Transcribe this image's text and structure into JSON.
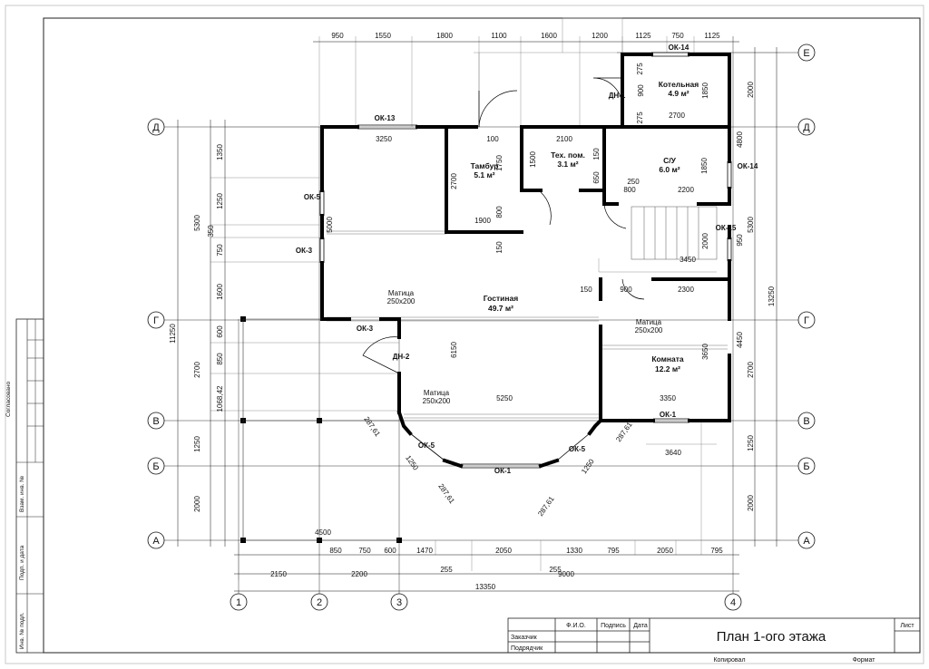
{
  "title": "План 1-ого этажа",
  "sheet_label": "Лист",
  "stamp": {
    "fio": "Ф.И.О.",
    "signature": "Подпись",
    "date": "Дата",
    "customer": "Заказчик",
    "contractor": "Подрядчик",
    "copied": "Копировал",
    "format": "Формат"
  },
  "side_stamp": {
    "agreed": "Согласовано",
    "inv_replace": "Взам. инв. №",
    "sign_date": "Подп. и дата",
    "inv_orig": "Инв. № подл."
  },
  "axes": {
    "letters": [
      "Е",
      "Д",
      "Г",
      "В",
      "Б",
      "А"
    ],
    "numbers": [
      "1",
      "2",
      "3",
      "4"
    ]
  },
  "rooms": [
    {
      "name": "Котельная",
      "area": "4.9 м²"
    },
    {
      "name": "Тех. пом.",
      "area": "3.1 м²"
    },
    {
      "name": "Тамбур",
      "area": "5.1 м²"
    },
    {
      "name": "С/У",
      "area": "6.0 м²"
    },
    {
      "name": "Гостиная",
      "area": "49.7 м²"
    },
    {
      "name": "Комната",
      "area": "12.2 м²"
    }
  ],
  "openings": [
    "ОК-14",
    "ОК-13",
    "ОК-14",
    "ОК-5",
    "ОК-3",
    "ОК-15",
    "ОК-3",
    "ОК-1",
    "ОК-5",
    "ОК-1",
    "ОК-5",
    "ДН-1",
    "ДН-2"
  ],
  "beams": [
    {
      "label": "Матица",
      "size": "250x200"
    },
    {
      "label": "Матица",
      "size": "250x200"
    },
    {
      "label": "Матица",
      "size": "250x200"
    }
  ],
  "dims": {
    "top": [
      "950",
      "1550",
      "1800",
      "1100",
      "1600",
      "1200",
      "1125",
      "750",
      "1125"
    ],
    "bottom_row1": [
      "850",
      "750",
      "600",
      "1470",
      "2050",
      "1330",
      "795",
      "2050",
      "795"
    ],
    "bottom_row2": [
      "2150",
      "2200",
      "9000"
    ],
    "bottom_row3": "13350",
    "bottom_small": [
      "255",
      "255"
    ],
    "left_inner": [
      "1350",
      "1250",
      "350",
      "750",
      "1600",
      "600",
      "850",
      "2700",
      "1068,42",
      "1250",
      "2000"
    ],
    "left_mid": "5300",
    "left_outer": "11250",
    "right_inner": [
      "2000",
      "4800",
      "5300",
      "950",
      "4450",
      "2700",
      "1250",
      "2000"
    ],
    "right_outer": "13250",
    "interior": [
      "3250",
      "100",
      "2100",
      "1750",
      "1500",
      "150",
      "650",
      "1850",
      "2700",
      "800",
      "250",
      "800",
      "2200",
      "1900",
      "150",
      "2000",
      "3450",
      "150",
      "900",
      "2300",
      "6150",
      "3650",
      "5250",
      "3350",
      "3640",
      "4500",
      "1850",
      "900",
      "2700",
      "5000",
      "275",
      "275",
      "287,61",
      "287,61",
      "287,61",
      "287,61",
      "1250",
      "1250"
    ]
  }
}
